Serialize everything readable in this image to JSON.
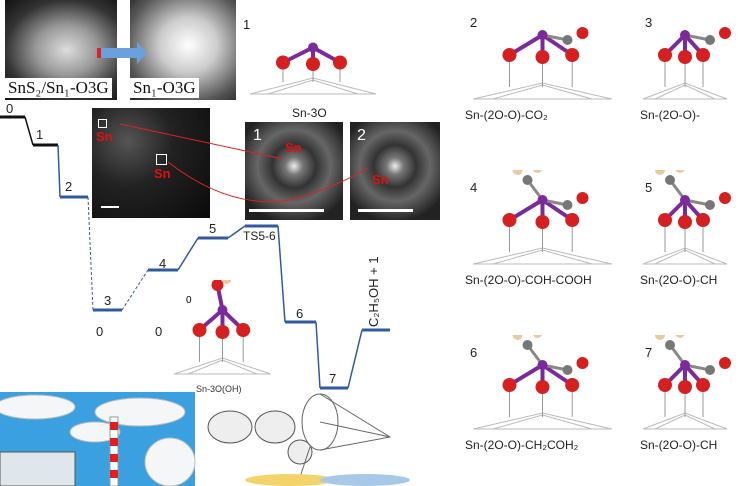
{
  "sem": {
    "left_caption": "SnS₂/Sn₁-O3G",
    "right_caption": "Sn₁-O3G"
  },
  "haadf": {
    "sn_label_1": "Sn",
    "sn_label_2": "Sn",
    "box1": "1",
    "box2": "2",
    "zoom1_num": "1",
    "zoom1_sn": "Sn",
    "zoom2_num": "2",
    "zoom2_sn": "Sn"
  },
  "structure_main": {
    "num": "1",
    "label": "Sn-3O"
  },
  "energy": {
    "levels": [
      "0",
      "1",
      "2",
      "3",
      "4",
      "5",
      "TS5-6",
      "6",
      "7",
      "C₂H₅OH + 1"
    ],
    "values_below": [
      "0",
      "0",
      "0"
    ],
    "inset_label": "Sn-3O(OH)"
  },
  "panels": [
    {
      "num": "2",
      "label": "Sn-(2O-O)-CO₂"
    },
    {
      "num": "3",
      "label": "Sn-(2O-O)-"
    },
    {
      "num": "4",
      "label": "Sn-(2O-O)-COH-COOH"
    },
    {
      "num": "5",
      "label": "Sn-(2O-O)-CH"
    },
    {
      "num": "6",
      "label": "Sn-(2O-O)-CH₂COH₂"
    },
    {
      "num": "7",
      "label": "Sn-(2O-O)-CH"
    }
  ],
  "colors": {
    "sn": "#7a2a9a",
    "o": "#d42020",
    "c": "#777777",
    "h": "#e8c9a0",
    "energy_line": "#2f5aa0"
  }
}
